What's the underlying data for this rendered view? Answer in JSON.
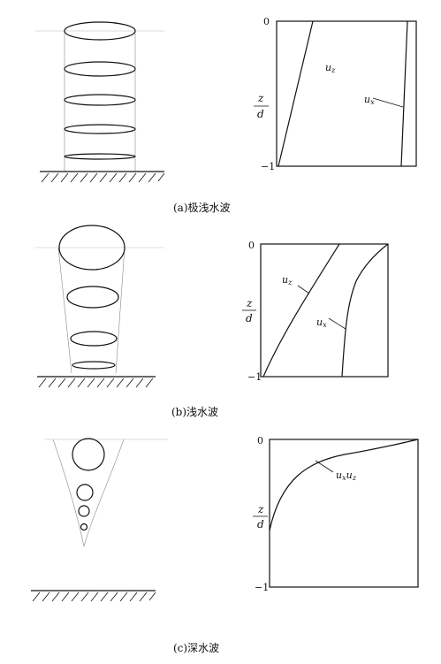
{
  "panels": [
    {
      "caption": "(a)极浅水波",
      "axis": {
        "top": "0",
        "bottom": "−1",
        "z": "z",
        "d": "d"
      },
      "curve_labels": {
        "vertical": "u",
        "vertical_sub": "z",
        "horizontal": "u",
        "horizontal_sub": "x"
      }
    },
    {
      "caption": "(b)浅水波",
      "axis": {
        "top": "0",
        "bottom": "−1",
        "z": "z",
        "d": "d"
      },
      "curve_labels": {
        "vertical": "u",
        "vertical_sub": "z",
        "horizontal": "u",
        "horizontal_sub": "x"
      }
    },
    {
      "caption": "(c)深水波",
      "axis": {
        "top": "0",
        "bottom": "−1",
        "z": "z",
        "d": "d"
      },
      "curve_labels": {
        "combined": "u",
        "combined_sub1": "x",
        "combined_mid": "u",
        "combined_sub2": "z"
      }
    }
  ]
}
